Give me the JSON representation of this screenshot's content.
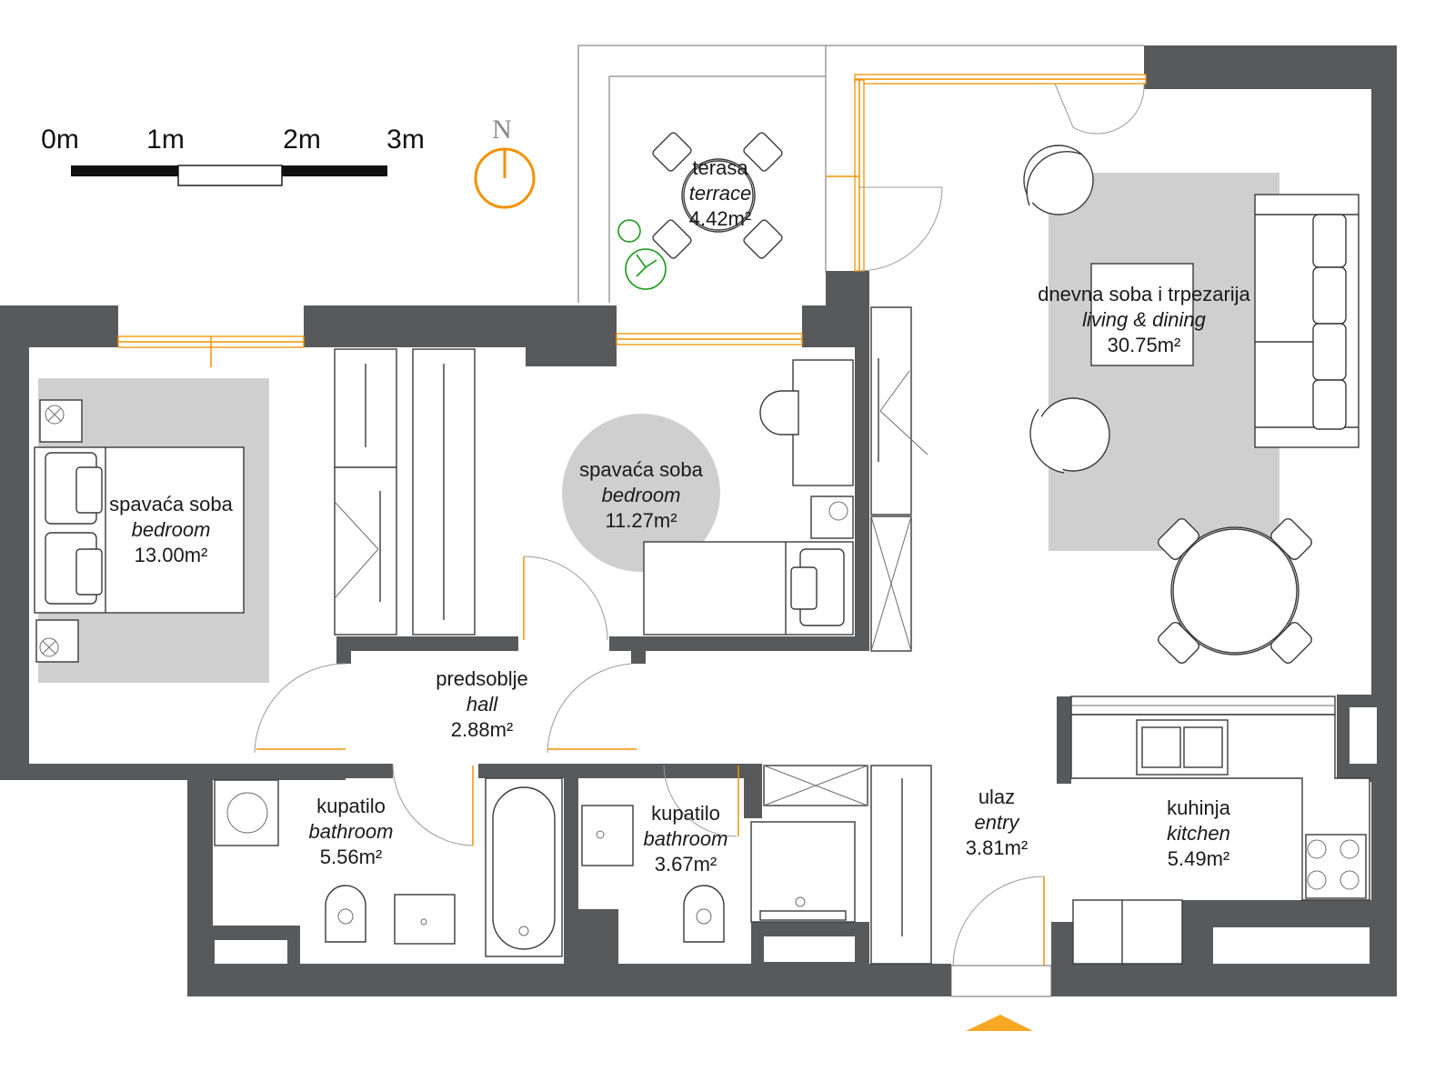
{
  "scale": {
    "ticks": [
      "0m",
      "1m",
      "2m",
      "3m"
    ]
  },
  "north": {
    "label": "N"
  },
  "rooms": {
    "terrace": {
      "name": "terasa",
      "name_en": "terrace",
      "area": "4.42m²"
    },
    "living": {
      "name": "dnevna soba i trpezarija",
      "name_en": "living & dining",
      "area": "30.75m²"
    },
    "bedroom1": {
      "name": "spavaća soba",
      "name_en": "bedroom",
      "area": "13.00m²"
    },
    "bedroom2": {
      "name": "spavaća soba",
      "name_en": "bedroom",
      "area": "11.27m²"
    },
    "hall": {
      "name": "predsoblje",
      "name_en": "hall",
      "area": "2.88m²"
    },
    "bath1": {
      "name": "kupatilo",
      "name_en": "bathroom",
      "area": "5.56m²"
    },
    "bath2": {
      "name": "kupatilo",
      "name_en": "bathroom",
      "area": "3.67m²"
    },
    "entry": {
      "name": "ulaz",
      "name_en": "entry",
      "area": "3.81m²"
    },
    "kitchen": {
      "name": "kuhinja",
      "name_en": "kitchen",
      "area": "5.49m²"
    }
  },
  "colors": {
    "wall": "#58595b",
    "rug": "#cfcfcf",
    "accent": "#f39200",
    "plant": "#1a9a1a"
  }
}
